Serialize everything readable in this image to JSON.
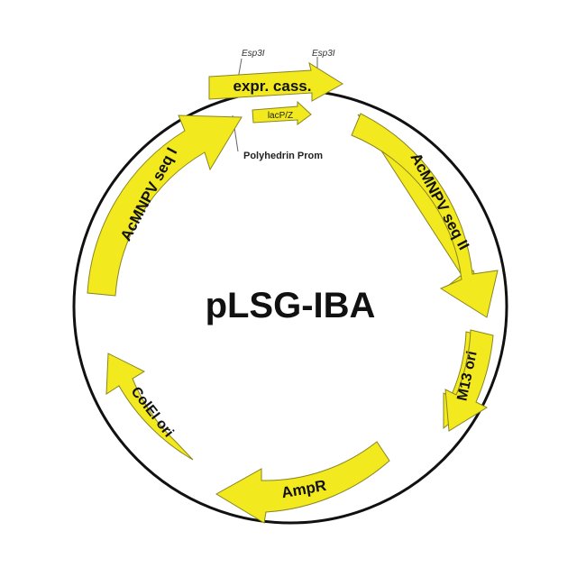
{
  "plasmid": {
    "name": "pLSG-IBA"
  },
  "features": {
    "expr_cass": "expr. cass.",
    "lacpz": "lacP/Z",
    "acmnpv_seq_1": "AcMNPV seq I",
    "acmnpv_seq_2": "AcMNPV seq II",
    "m13_ori": "M13 ori",
    "ampr": "AmpR",
    "colei_ori": "ColEI ori",
    "polyhedrin_prom": "Polyhedrin Prom"
  },
  "sites": {
    "esp3i_left": "Esp3I",
    "esp3i_right": "Esp3I"
  },
  "colors": {
    "arrow_fill": "#f2ea1e",
    "arrow_stroke": "#8a8520",
    "backbone": "#111111"
  }
}
